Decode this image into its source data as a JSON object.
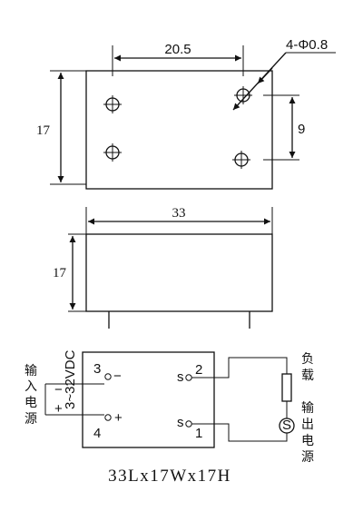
{
  "top_view": {
    "dim_hole_spacing": "20.5",
    "dim_holes": "4-Φ0.8",
    "dim_height": "17",
    "dim_hole_vertical": "9"
  },
  "side_view": {
    "dim_length": "33",
    "dim_height": "17"
  },
  "wiring": {
    "pin3": "3",
    "pin4": "4",
    "pin2": "2",
    "pin1": "1",
    "minus_pin": "−",
    "plus_pin": "+",
    "s_label_top": "s",
    "s_label_bottom": "s",
    "minus_wire": "−",
    "plus_wire": "+",
    "voltage": "3~32VDC",
    "input_label": [
      "输",
      "入",
      "电",
      "源"
    ],
    "load_label": [
      "负",
      "载"
    ],
    "output_label": [
      "输",
      "出",
      "电",
      "源"
    ],
    "source_symbol": "S"
  },
  "caption": "33Lx17Wx17H"
}
